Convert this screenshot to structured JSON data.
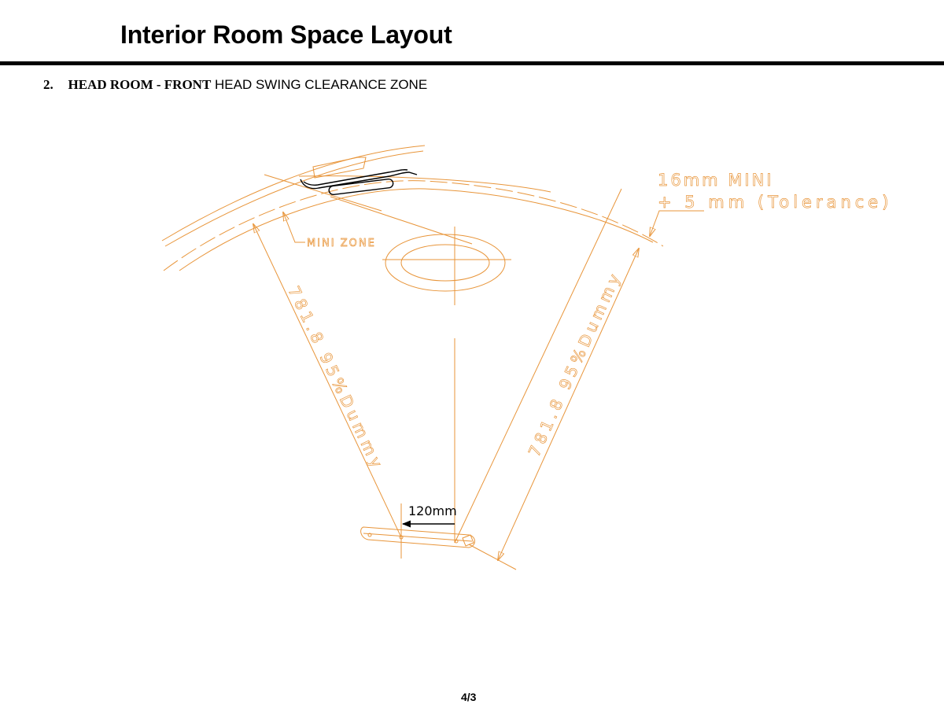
{
  "header": {
    "title": "Interior Room Space Layout"
  },
  "section": {
    "number": "2.",
    "bold_label": "HEAD ROOM  - FRONT",
    "rest_label": "HEAD SWING CLEARANCE ZONE"
  },
  "drawing": {
    "colors": {
      "cad_line": "#e8953a",
      "roof_part": "#000000",
      "dimension_arrow": "#000000"
    },
    "labels": {
      "min_zone": "MINI ZONE",
      "min_clearance_line1": "16mm MINI",
      "min_clearance_line2": "+ 5 mm (Tolerance)",
      "dim_left": "781.8 95%Dummy",
      "dim_right": "781.8 95%Dummy",
      "offset": "120mm"
    }
  },
  "footer": {
    "page_number": "4/3"
  }
}
